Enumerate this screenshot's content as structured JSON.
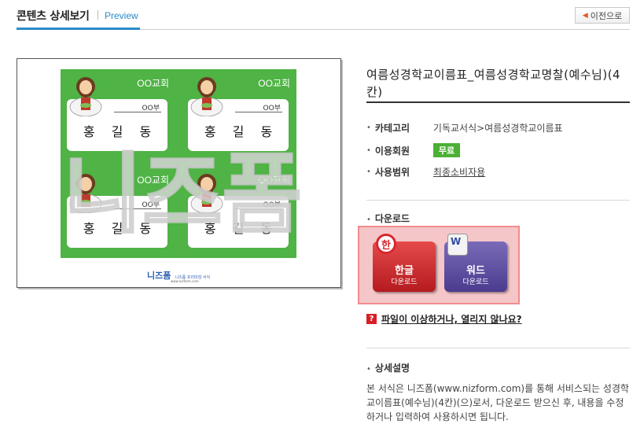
{
  "header": {
    "title": "콘텐츠 상세보기",
    "subtitle": "Preview",
    "back_label": "이전으로"
  },
  "preview": {
    "tags": [
      {
        "church": "OO교회",
        "dept": "OO부",
        "name": "홍 길 동"
      },
      {
        "church": "OO교회",
        "dept": "OO부",
        "name": "홍 길 동"
      },
      {
        "church": "OO교회",
        "dept": "OO부",
        "name": "홍 길 동"
      },
      {
        "church": "OO교회",
        "dept": "OO부",
        "name": "홍 길 동"
      }
    ],
    "watermark": "니즈폼",
    "brand": "니즈폼",
    "brand_tagline": "니즈폼 프리미엄 서식",
    "brand_url": "www.nizform.com"
  },
  "document": {
    "title": "여름성경학교이름표_여름성경학교명찰(예수님)(4칸)",
    "category_label": "카테고리",
    "category_value": "기독교서식>여름성경학교이름표",
    "member_label": "이용회원",
    "member_value": "무료",
    "usage_label": "사용범위",
    "usage_value": "최종소비자용"
  },
  "download": {
    "section_label": "다운로드",
    "hangul_label": "한글",
    "hangul_sub": "다운로드",
    "hangul_icon_char": "한",
    "word_label": "워드",
    "word_sub": "다운로드",
    "word_icon_char": "W"
  },
  "help": {
    "icon_char": "?",
    "link_text": "파일이 이상하거나, 열리지 않나요?"
  },
  "description": {
    "section_label": "상세설명",
    "text": "본 서식은 니즈폼(www.nizform.com)를 통해 서비스되는 성경학교이름표(예수님)(4칸)(으)로서, 다운로드 받으신 후, 내용을 수정하거나 입력하여 사용하시면 됩니다."
  },
  "colors": {
    "accent_blue": "#2a8bc9",
    "badge_green": "#4cb034",
    "tag_green": "#4fb345",
    "hangul_red": "#d8262c",
    "word_purple": "#4b3b8e"
  }
}
